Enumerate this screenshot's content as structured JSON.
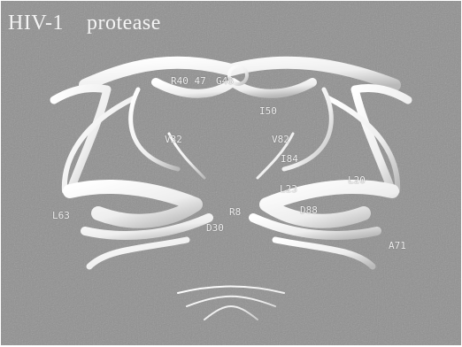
{
  "title": "HIV-1    protease",
  "labels": {
    "r4047": "R40 47",
    "g48": "G48",
    "i50": "I50",
    "v32": "V32",
    "v82": "V82",
    "i84": "I84",
    "l23": "L23",
    "l20": "L20",
    "l63": "L63",
    "r8": "R8",
    "d30": "D30",
    "d88": "D88",
    "a71": "A71"
  },
  "colors": {
    "background": "#8f8f8f",
    "ribbon": "#ffffff",
    "ribbon_shade": "#b9b9b9",
    "text": "#f0f0f0"
  }
}
